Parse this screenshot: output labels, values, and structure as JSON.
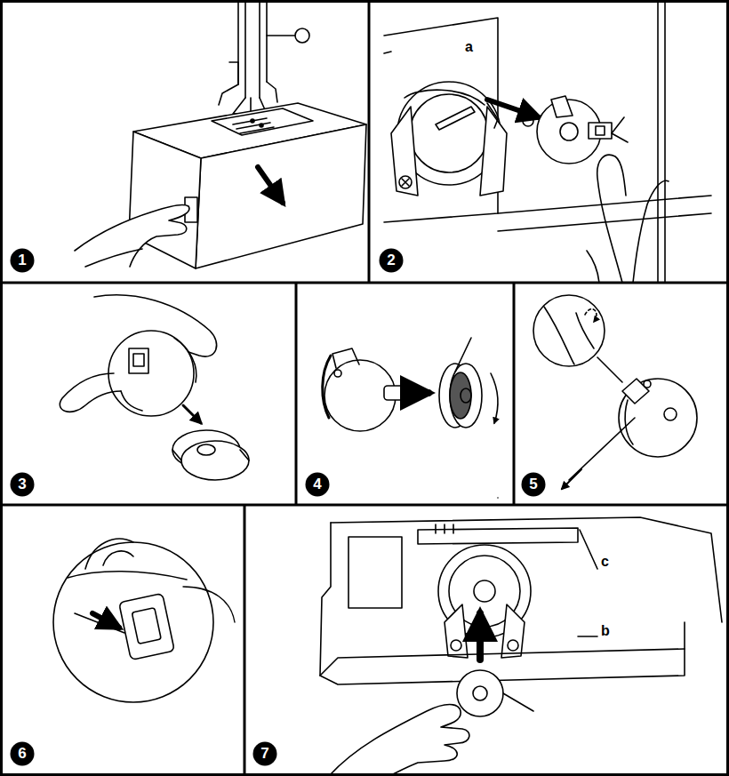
{
  "diagram": {
    "nodes": [
      {
        "text": [
          "1"
        ]
      },
      {
        "text": [
          "2"
        ]
      },
      {
        "text": [
          "3"
        ]
      },
      {
        "text": [
          "4"
        ]
      },
      {
        "text": [
          "5"
        ]
      },
      {
        "text": [
          "6"
        ]
      },
      {
        "text": [
          "7"
        ]
      }
    ],
    "labels": [
      "a",
      "c",
      "b"
    ]
  }
}
